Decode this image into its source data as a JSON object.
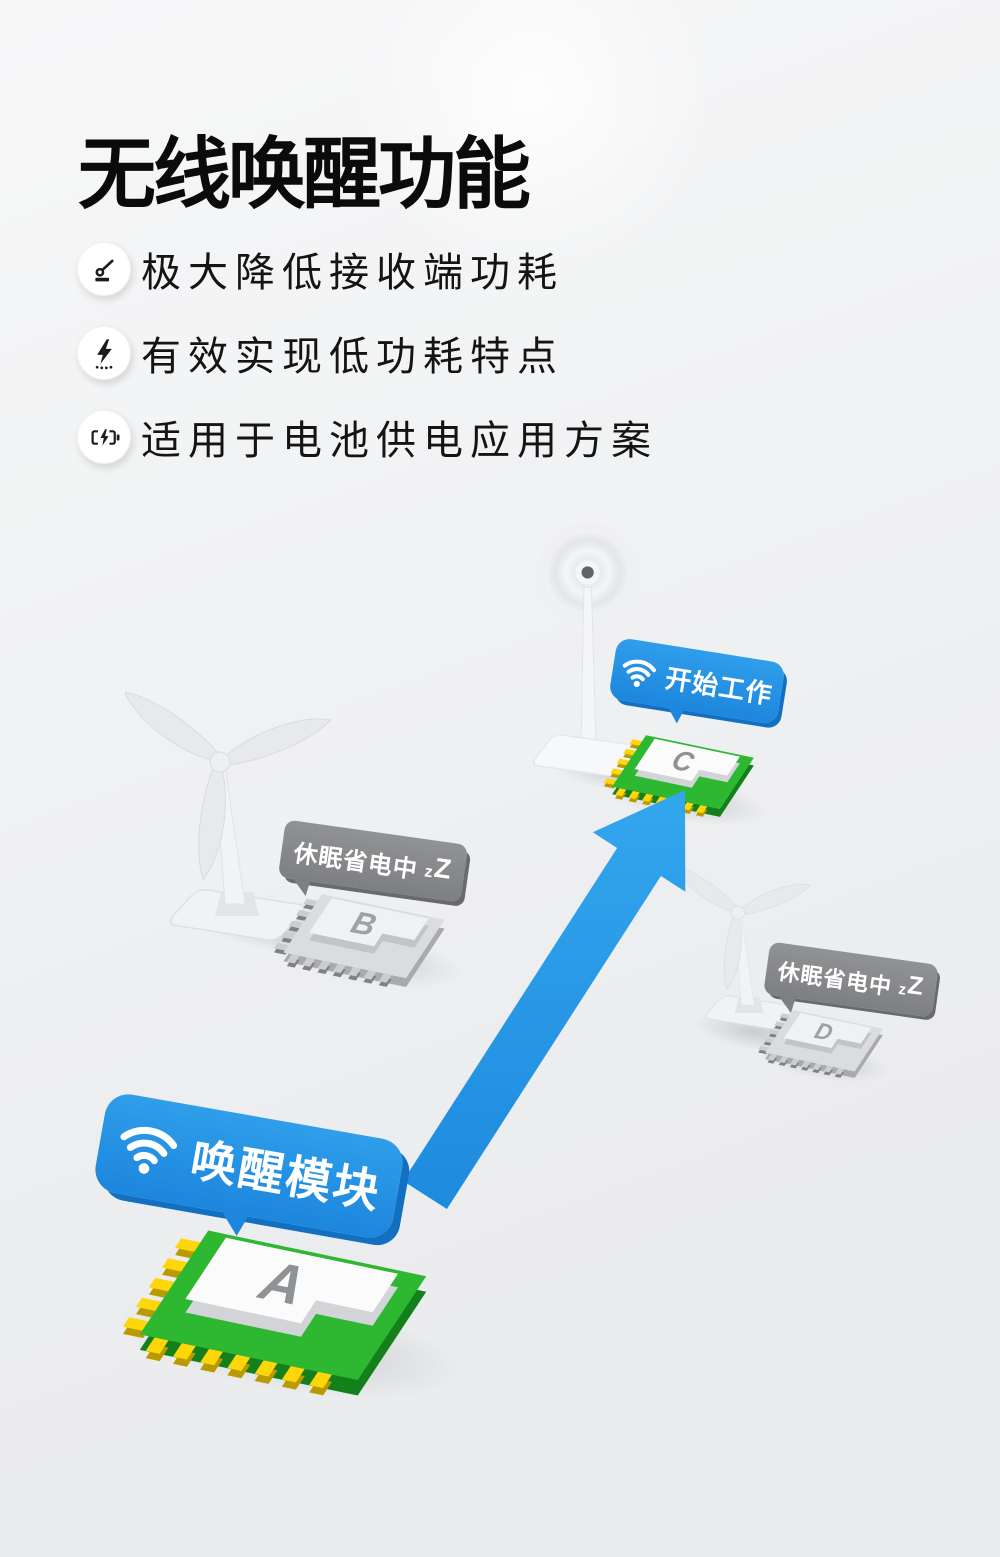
{
  "title": "无线唤醒功能",
  "features": [
    {
      "icon": "power-meter-icon",
      "text": "极大降低接收端功耗"
    },
    {
      "icon": "lightning-icon",
      "text": "有效实现低功耗特点"
    },
    {
      "icon": "battery-charging-icon",
      "text": "适用于电池供电应用方案"
    }
  ],
  "diagram": {
    "wake_bubble": "唤醒模块",
    "work_bubble": "开始工作",
    "sleep_bubble": "休眠省电中",
    "sleep_z_small": "z",
    "sleep_z_big": "Z",
    "modules": [
      {
        "letter": "A",
        "state": "wake-sender"
      },
      {
        "letter": "B",
        "state": "sleeping"
      },
      {
        "letter": "C",
        "state": "working"
      },
      {
        "letter": "D",
        "state": "sleeping"
      }
    ],
    "colors": {
      "bubble_blue": "#2493e6",
      "bubble_gray": "#88898c",
      "arrow_blue": "#2b9ee9",
      "pcb_green": "#2eb733",
      "pin_yellow": "#ffd60a"
    }
  }
}
